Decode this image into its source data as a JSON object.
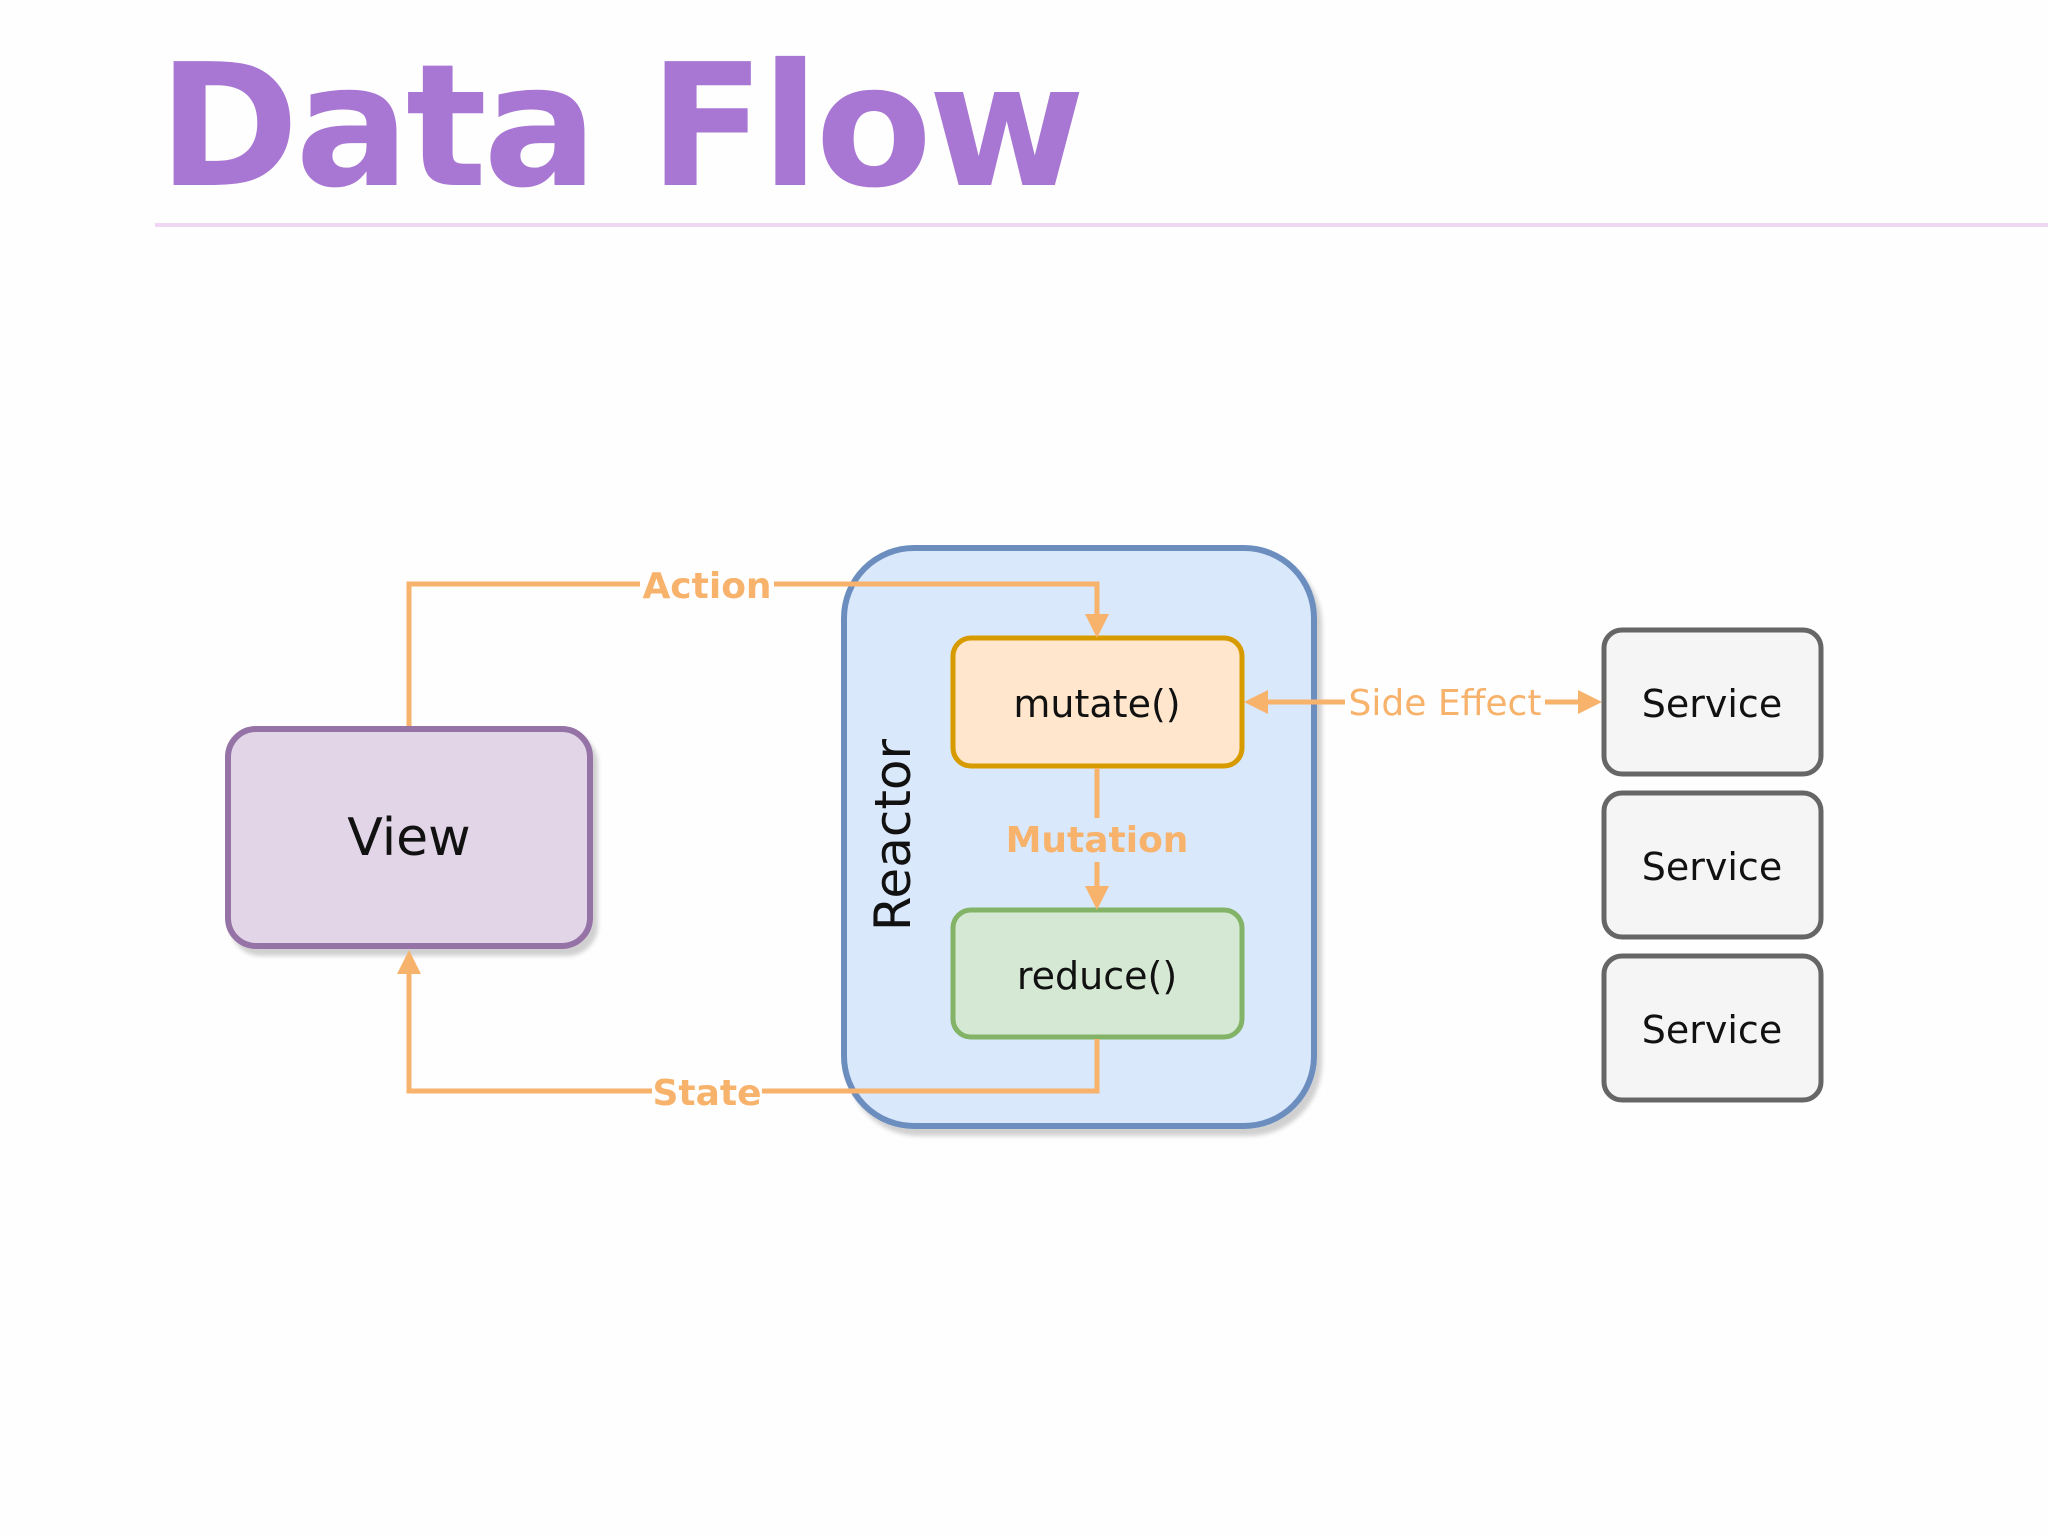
{
  "slide": {
    "title": "Data Flow",
    "title_color": "#a877d3",
    "rule_color": "#efd6f2"
  },
  "diagram": {
    "view": {
      "label": "View",
      "fill": "#e1d5e7",
      "stroke": "#9673a6"
    },
    "reactor": {
      "label": "Reactor",
      "fill": "#dae8fc",
      "stroke": "#6c8ebf"
    },
    "mutate": {
      "label": "mutate()",
      "fill": "#ffe6cc",
      "stroke": "#d79b00"
    },
    "reduce": {
      "label": "reduce()",
      "fill": "#d5e8d4",
      "stroke": "#82b366"
    },
    "services": [
      {
        "label": "Service"
      },
      {
        "label": "Service"
      },
      {
        "label": "Service"
      }
    ],
    "service_style": {
      "fill": "#f5f5f5",
      "stroke": "#666666"
    },
    "edges": {
      "action": "Action",
      "mutation": "Mutation",
      "state": "State",
      "side_effect": "Side Effect",
      "color": "#f7b26c"
    }
  }
}
